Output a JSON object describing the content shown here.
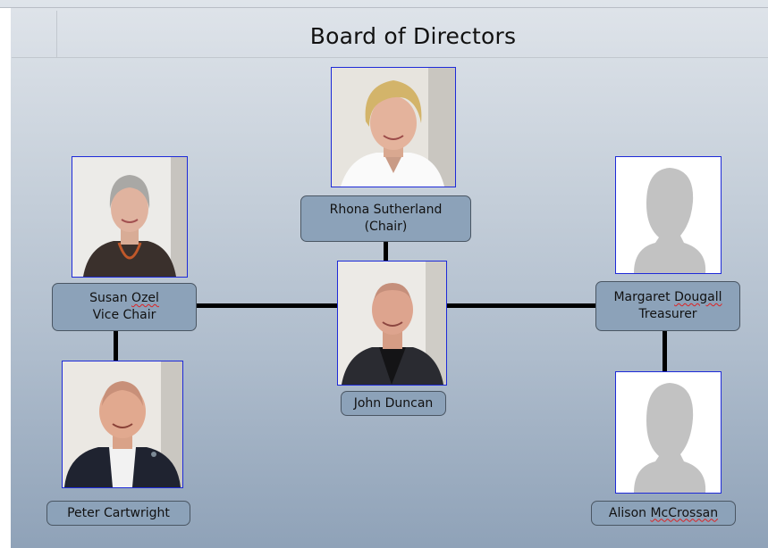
{
  "title": "Board of Directors",
  "members": {
    "rhona": {
      "name": "Rhona Sutherland",
      "role": "(Chair)"
    },
    "susan": {
      "name_first": "Susan ",
      "name_last": "Ozel",
      "role": "Vice Chair"
    },
    "margaret": {
      "name_first": "Margaret ",
      "name_last": "Dougall",
      "role": "Treasurer"
    },
    "john": {
      "name": "John Duncan"
    },
    "peter": {
      "name": "Peter Cartwright"
    },
    "alison": {
      "name_first": "Alison ",
      "name_last": "McCrossan"
    }
  },
  "colors": {
    "box_fill": "#8ca2b9",
    "photo_border": "#1e2ad8",
    "connector": "#000000",
    "spellcheck_underline": "#dd2222"
  },
  "icons": {
    "placeholder": "silhouette-icon"
  }
}
